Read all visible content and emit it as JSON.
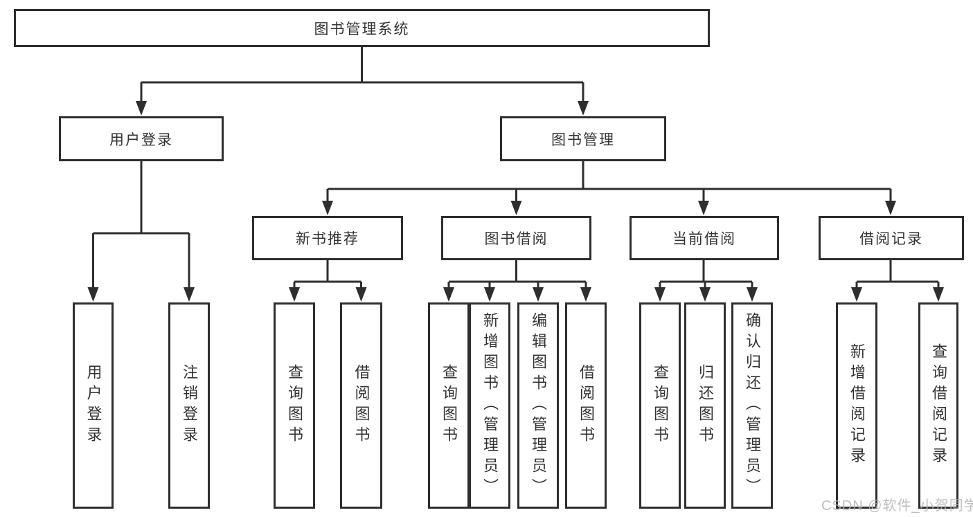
{
  "diagram": {
    "root": {
      "label": "图书管理系统"
    },
    "level2": [
      {
        "id": "user-login",
        "label": "用户登录"
      },
      {
        "id": "book-management",
        "label": "图书管理"
      }
    ],
    "level3": [
      {
        "id": "new-book-recommend",
        "label": "新书推荐"
      },
      {
        "id": "book-borrowing",
        "label": "图书借阅"
      },
      {
        "id": "current-borrowing",
        "label": "当前借阅"
      },
      {
        "id": "borrowing-records",
        "label": "借阅记录"
      }
    ],
    "leaves": [
      {
        "id": "user-login-leaf",
        "parent": "user-login",
        "label": "用户登录"
      },
      {
        "id": "logout",
        "parent": "user-login",
        "label": "注销登录"
      },
      {
        "id": "query-books-1",
        "parent": "new-book-recommend",
        "label": "查询图书"
      },
      {
        "id": "borrow-books-1",
        "parent": "new-book-recommend",
        "label": "借阅图书"
      },
      {
        "id": "query-books-2",
        "parent": "book-borrowing",
        "label": "查询图书"
      },
      {
        "id": "add-books-admin",
        "parent": "book-borrowing",
        "label": "新增图书（管理员）"
      },
      {
        "id": "edit-books-admin",
        "parent": "book-borrowing",
        "label": "编辑图书（管理员）"
      },
      {
        "id": "borrow-books-2",
        "parent": "book-borrowing",
        "label": "借阅图书"
      },
      {
        "id": "query-books-3",
        "parent": "current-borrowing",
        "label": "查询图书"
      },
      {
        "id": "return-books",
        "parent": "current-borrowing",
        "label": "归还图书"
      },
      {
        "id": "confirm-return-admin",
        "parent": "current-borrowing",
        "label": "确认归还（管理员）"
      },
      {
        "id": "add-borrow-record",
        "parent": "borrowing-records",
        "label": "新增借阅记录"
      },
      {
        "id": "query-borrow-record",
        "parent": "borrowing-records",
        "label": "查询借阅记录"
      }
    ],
    "watermark": "CSDN @软件_小贺同学",
    "colors": {
      "line": "#2e2e2e",
      "text": "#333333",
      "background": "#ffffff",
      "watermark": "#b3b3b3"
    }
  }
}
